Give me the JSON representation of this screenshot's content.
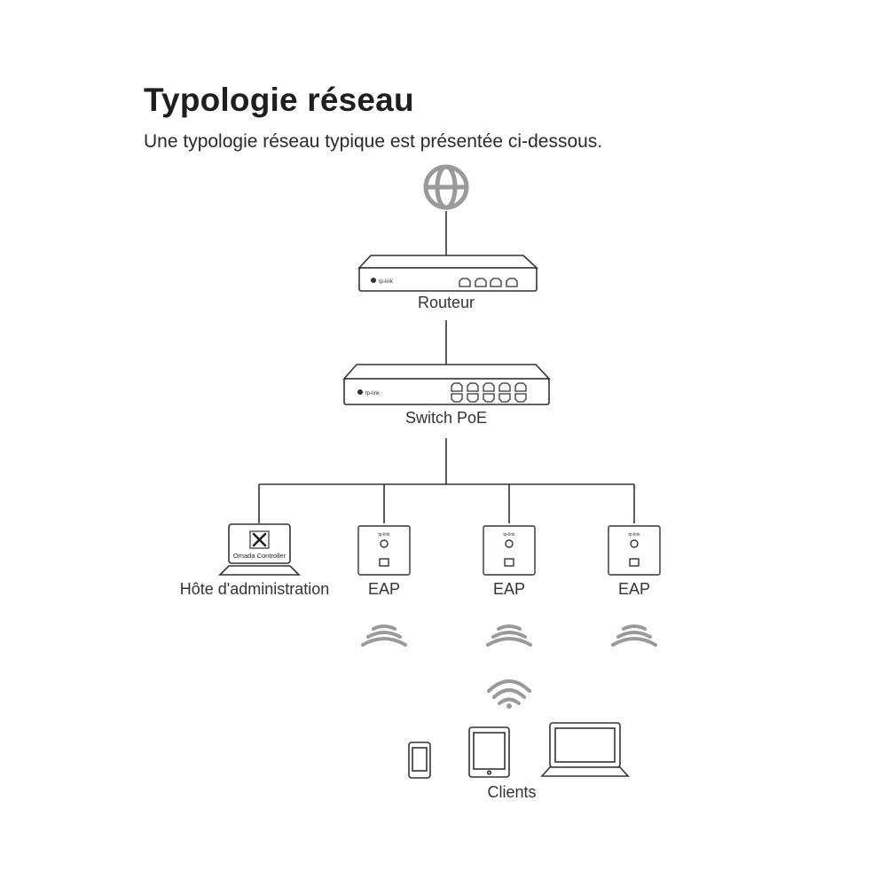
{
  "heading": {
    "title": "Typologie réseau",
    "subtitle": "Une typologie réseau typique est présentée ci-dessous."
  },
  "nodes": {
    "internet_icon": "globe-icon",
    "router": {
      "label": "Routeur",
      "brand": "tp-link"
    },
    "switch": {
      "label": "Switch PoE",
      "brand": "tp-link"
    },
    "admin_host": {
      "label": "Hôte d'administration",
      "screen_text": "Omada Controller"
    },
    "eaps": [
      {
        "label": "EAP",
        "brand": "tp-link"
      },
      {
        "label": "EAP",
        "brand": "tp-link"
      },
      {
        "label": "EAP",
        "brand": "tp-link"
      }
    ],
    "clients": {
      "label": "Clients"
    }
  },
  "colors": {
    "line": "#333333",
    "icon_gray": "#9a9a9a",
    "text": "#1f1f1f"
  }
}
